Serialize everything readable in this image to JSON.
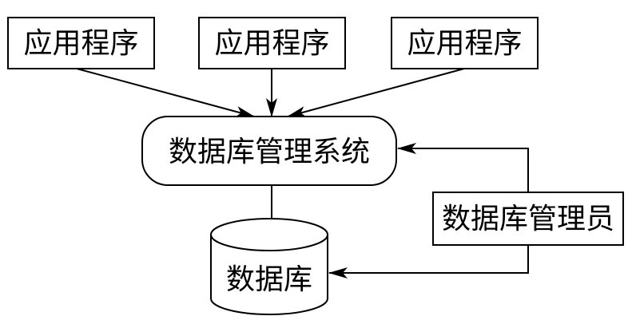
{
  "diagram": {
    "applications": [
      {
        "label": "应用程序"
      },
      {
        "label": "应用程序"
      },
      {
        "label": "应用程序"
      }
    ],
    "dbms": {
      "label": "数据库管理系统"
    },
    "database": {
      "label": "数据库"
    },
    "dba": {
      "label": "数据库管理员"
    }
  },
  "colors": {
    "stroke": "#000000",
    "background": "#ffffff"
  }
}
